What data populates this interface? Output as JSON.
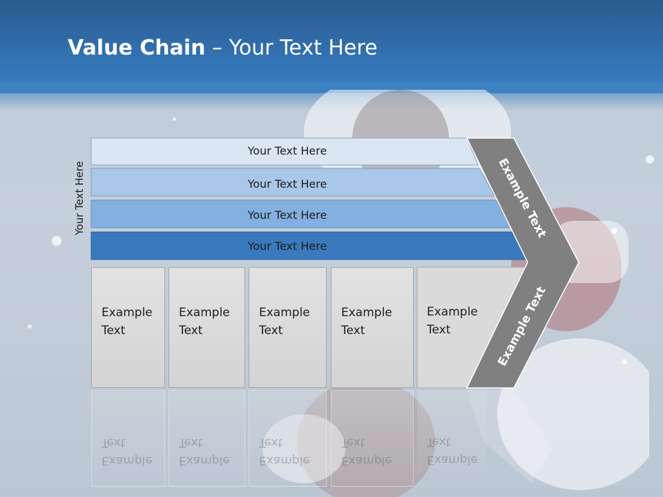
{
  "title": {
    "bold": "Value Chain",
    "rest": " – Your Text Here"
  },
  "vertical_label": "Your Text Here",
  "rows": [
    {
      "label": "Your Text Here",
      "color": "#dbe6f3"
    },
    {
      "label": "Your Text Here",
      "color": "#a9c7e8"
    },
    {
      "label": "Your Text Here",
      "color": "#82b0e0"
    },
    {
      "label": "Your Text Here",
      "color": "#3a79bd"
    }
  ],
  "boxes": [
    {
      "label": "Example Text"
    },
    {
      "label": "Example Text"
    },
    {
      "label": "Example Text"
    },
    {
      "label": "Example Text"
    },
    {
      "label": "Example Text"
    }
  ],
  "chevron": {
    "top_label": "Example Text",
    "bottom_label": "Example Text",
    "color": "#808080"
  }
}
